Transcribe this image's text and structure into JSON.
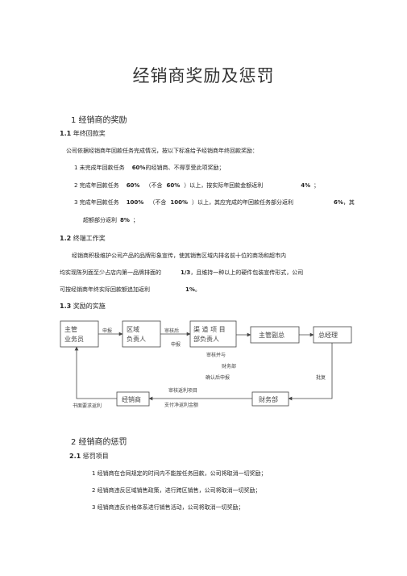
{
  "doc": {
    "title": "经销商奖励及惩罚",
    "s1": {
      "heading": "1 经销商的奖励",
      "s11": {
        "num": "1.1",
        "title": "年终回款奖",
        "intro": "公司依据经销商年回款任务完成情况，按以下标准给予经销商年终回款奖励：",
        "i1a": "1 未完成年回款任务",
        "i1b": "60%",
        "i1c": "的经销商、不得享受此项奖励；",
        "i2a": "2 完成年回款任务",
        "i2b": "60%",
        "i2c": "（不含",
        "i2d": "60%",
        "i2e": "）以上，按实际年回款金额返利",
        "i2f": "4%",
        "i2g": "；",
        "i3a": "3 完成年回款任务",
        "i3b": "100%",
        "i3c": "（不含",
        "i3d": "100%",
        "i3e": "）以上，其应完成的年回款任务部分返利",
        "i3f": "6%",
        "i3g": "，其",
        "i3h": "超额部分返利",
        "i3i": "8%",
        "i3j": "；"
      },
      "s12": {
        "num": "1.2",
        "title": "终端工作奖",
        "p1": "经销商积极维护公司产品的品牌形象宣传，使其销售区域内排名前十位的商场和超市内",
        "p2a": "均实现陈列面至少占店内第一品牌排面的",
        "p2b": "1/3",
        "p2c": "，且维持一种以上的硬件包装宣传形式，公司",
        "p3a": "可按经销商年终实际回款额追加返利",
        "p3b": "1%",
        "p3c": "。"
      },
      "s13": {
        "num": "1.3",
        "title": "奖励的实施"
      }
    },
    "flow": {
      "box1a": "主管",
      "box1b": "业务员",
      "box2a": "区域",
      "box2b": "负责人",
      "box3a": "渠 道 项 目",
      "box3b": "部负责人",
      "box4": "主管副总",
      "box5": "总经理",
      "box6": "财务部",
      "box7": "经销商",
      "l_apply": "申报",
      "l_review_after": "审核后",
      "l_report": "申报",
      "l_review_and": "审核并与",
      "l_finance": "财务部",
      "l_confirm": "确认后申报",
      "l_approve": "批复",
      "l_review_project": "审核返利项目",
      "l_pay": "支付净返利金额",
      "l_written": "书面要求返利"
    },
    "s2": {
      "heading": "2 经销商的惩罚",
      "s21": {
        "num": "2.1",
        "title": "惩罚项目",
        "i1": "1 经销商在合同规定的时间内不能按任务回款，公司将取消一切奖励；",
        "i2": "2 经销商违反区域销售政策，进行跨区销售，公司将取消一切奖励；",
        "i3": "3 经销商违反价格体系进行销售活动，公司将取消一切奖励；"
      }
    }
  }
}
